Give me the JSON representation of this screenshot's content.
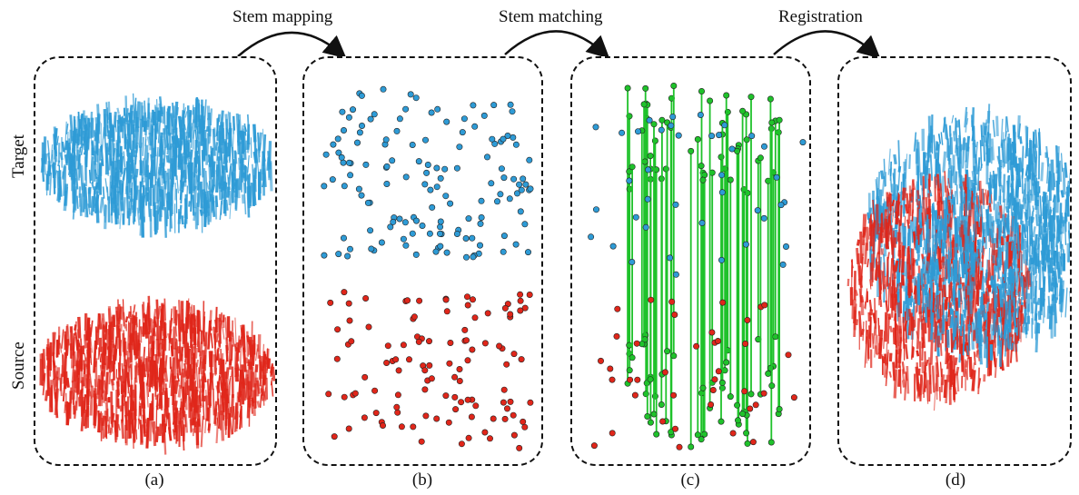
{
  "steps": [
    "Stem mapping",
    "Stem matching",
    "Registration"
  ],
  "row_labels": {
    "top": "Target",
    "bottom": "Source"
  },
  "captions": [
    "(a)",
    "(b)",
    "(c)",
    "(d)"
  ],
  "colors": {
    "target": "#2e9bd6",
    "source": "#e0261a",
    "match": "#1fc22b",
    "border": "#111111"
  }
}
